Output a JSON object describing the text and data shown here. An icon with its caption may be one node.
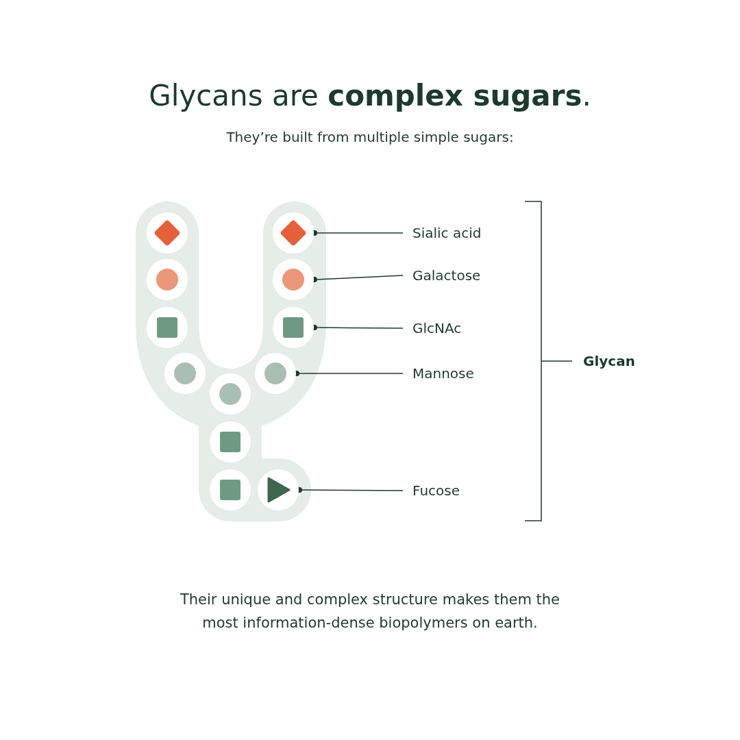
{
  "diagram": {
    "title": "Glycans are **complex sugars**.",
    "caption": "Their unique and complex structure makes them the most information-dense biopolymers on earth.",
    "nodes": [
      {
        "text": [
          "Sialic acid"
        ]
      },
      {
        "text": [
          "Galactose"
        ]
      },
      {
        "text": [
          "GlcNAc"
        ]
      },
      {
        "text": [
          "Mannose"
        ]
      },
      {
        "text": [
          "Fucose"
        ]
      },
      {
        "text": [],
        "shape": "diamond"
      },
      {
        "text": [],
        "shape": "circle"
      },
      {
        "text": [],
        "shape": "box"
      },
      {
        "text": [],
        "shape": "circle"
      },
      {
        "text": [],
        "shape": "triangle"
      }
    ],
    "edges": [
      {
        "from": 0,
        "to": 5,
        "arrow": "other"
      },
      {
        "from": 1,
        "to": 6,
        "arrow": "other"
      },
      {
        "from": 2,
        "to": 7,
        "arrow": "other"
      },
      {
        "from": 3,
        "to": 8,
        "arrow": "other"
      },
      {
        "from": 4,
        "to": 9,
        "arrow": "other"
      }
    ],
    "labels": [
      "They’re built from multiple simple sugars:",
      "Glycan"
    ]
  }
}
